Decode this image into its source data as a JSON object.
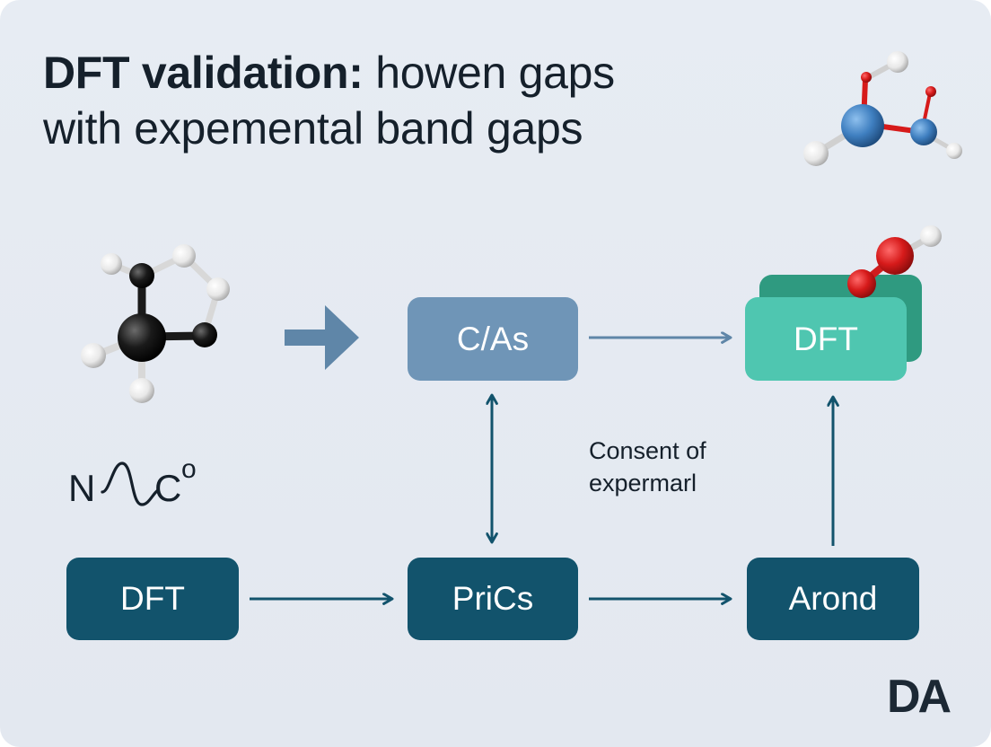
{
  "title": {
    "bold": "DFT validation:",
    "rest_line1": " howen gaps",
    "line2": "with expemental band gaps"
  },
  "nodes": {
    "cas": "C/As",
    "dft_top": "DFT",
    "dft_bottom": "DFT",
    "prics": "PriCs",
    "arond": "Arond"
  },
  "note": {
    "line1": "Consent of",
    "line2": "expermarl"
  },
  "formula": {
    "n": "N",
    "c": "C",
    "sup": "o"
  },
  "brand": "DA",
  "colors": {
    "background": "#e5eaf1",
    "dark_node": "#12536c",
    "mid_node": "#6f95b7",
    "teal_node": "#4fc6b0",
    "teal_back": "#2f9a80",
    "arrow": "#12536c",
    "arrow_light": "#5f86a8",
    "atom_blue": "#3f7fc0",
    "atom_red": "#d61a1a",
    "atom_black": "#1a1a1a",
    "atom_white": "#f2f2f2"
  },
  "icons": [
    "molecule-top-right-icon",
    "molecule-left-icon",
    "molecule-on-dft-icon",
    "wave-icon"
  ]
}
